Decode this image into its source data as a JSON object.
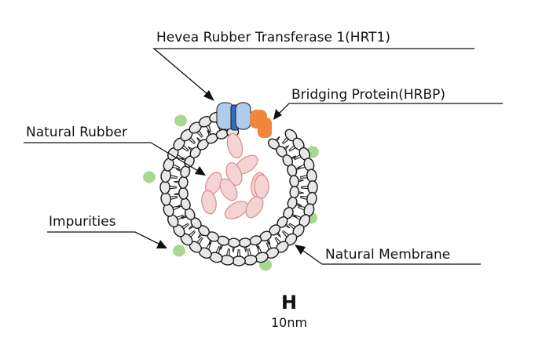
{
  "labels": {
    "hrt1": "Hevea Rubber Transferase 1(HRT1)",
    "hrbp": "Bridging Protein(HRBP)",
    "natural_rubber": "Natural Rubber",
    "impurities": "Impurities",
    "natural_membrane": "Natural Membrane"
  },
  "scale_bar": {
    "glyph": "H",
    "text": "10nm"
  },
  "colors": {
    "background": "#ffffff",
    "ink": "#111111",
    "lipid_head_fill": "#e8e8e8",
    "lipid_head_stroke": "#1a1a1a",
    "hrt1_light": "#aecdec",
    "hrt1_dark": "#2f6fc0",
    "hrbp": "#f0873a",
    "rubber_fill": "#f3d3d3",
    "rubber_stroke": "#d98b8b",
    "impurity": "#a8d890"
  }
}
